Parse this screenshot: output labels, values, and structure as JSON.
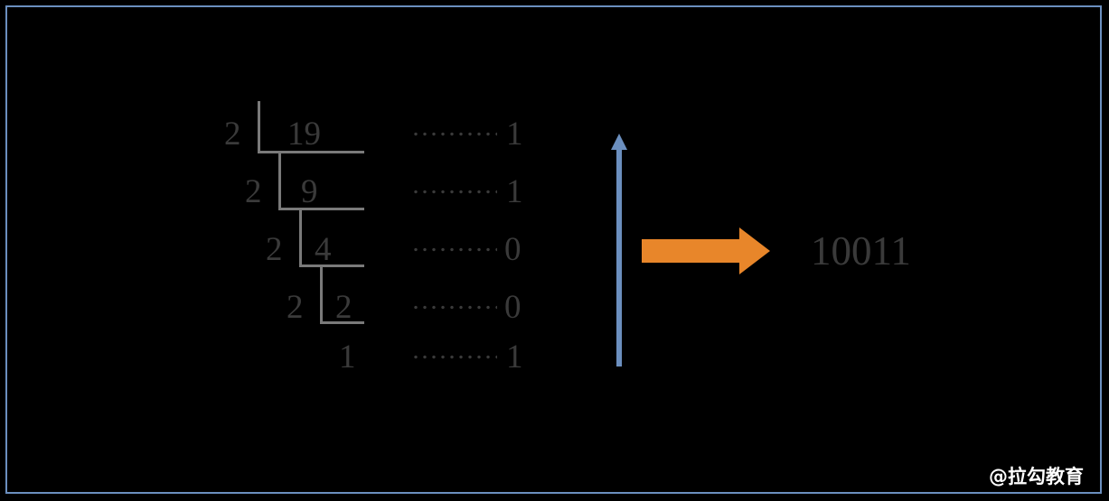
{
  "figure": {
    "title_hidden": "",
    "background_color": "#000000",
    "border_color": "#6B8FBF",
    "text_color": "#3a3a3a",
    "rule_color": "#7a7a7a",
    "accent_orange": "#E8862A",
    "accent_blue": "#6B8FBF"
  },
  "division": {
    "rows": [
      {
        "divisor": "2",
        "dividend": "19",
        "remainder": "1"
      },
      {
        "divisor": "2",
        "dividend": "9",
        "remainder": "1"
      },
      {
        "divisor": "2",
        "dividend": "4",
        "remainder": "0"
      },
      {
        "divisor": "2",
        "dividend": "2",
        "remainder": "0"
      },
      {
        "divisor": "",
        "dividend": "1",
        "remainder": "1"
      }
    ]
  },
  "result": {
    "value": "10011"
  },
  "icons": {
    "blue_arrow": "arrow-up-icon",
    "orange_arrow": "arrow-right-icon"
  },
  "watermark": {
    "text": "@拉勾教育"
  }
}
